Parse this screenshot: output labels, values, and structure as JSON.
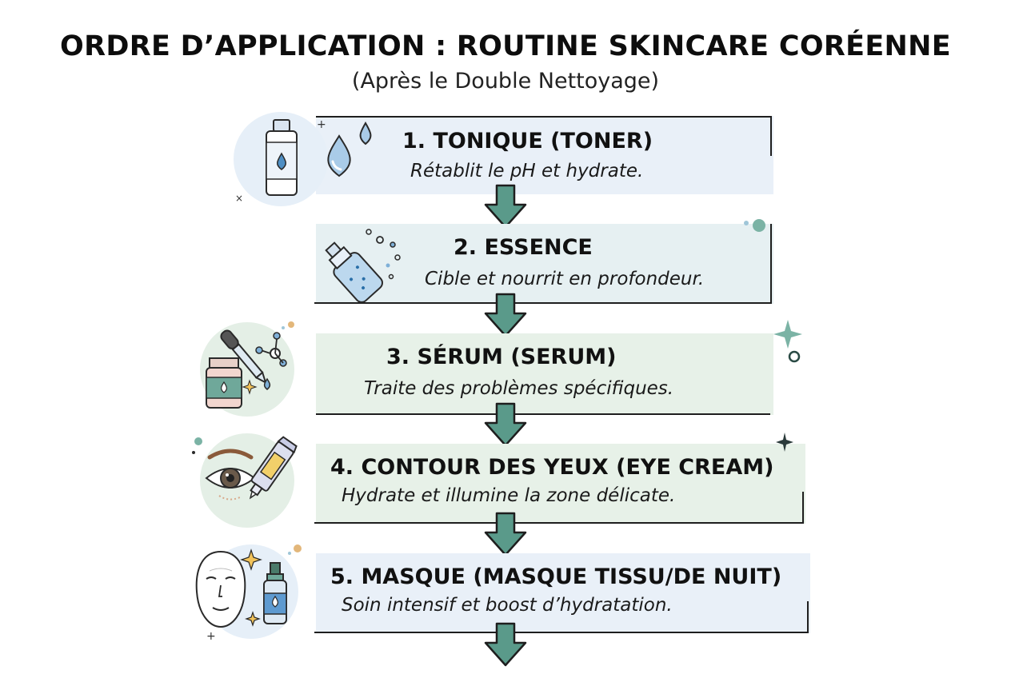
{
  "title": "ORDRE D’APPLICATION : ROUTINE SKINCARE CORÉENNE",
  "subtitle": "(Après le Double Nettoyage)",
  "colors": {
    "arrow": "#5a9a8a",
    "panel_blue": "#e8f0f8",
    "panel_green": "#e7f1e8",
    "icon_bg_blue": "#e6eff8",
    "icon_bg_green": "#e4efe6"
  },
  "steps": [
    {
      "name": "1. TONIQUE (TONER)",
      "desc": "Rétablit le pH et hydrate.",
      "icon": "toner-bottle-icon"
    },
    {
      "name": "2. ESSENCE",
      "desc": "Cible et nourrit en profondeur.",
      "icon": "essence-spray-icon"
    },
    {
      "name": "3. SÉRUM (SERUM)",
      "desc": "Traite des problèmes spécifiques.",
      "icon": "serum-dropper-icon"
    },
    {
      "name": "4. CONTOUR DES YEUX (EYE CREAM)",
      "desc": "Hydrate et illumine la zone délicate.",
      "icon": "eye-cream-icon"
    },
    {
      "name": "5. MASQUE (MASQUE TISSU/DE NUIT)",
      "desc": "Soin intensif et boost d’hydratation.",
      "icon": "sheet-mask-icon"
    }
  ]
}
